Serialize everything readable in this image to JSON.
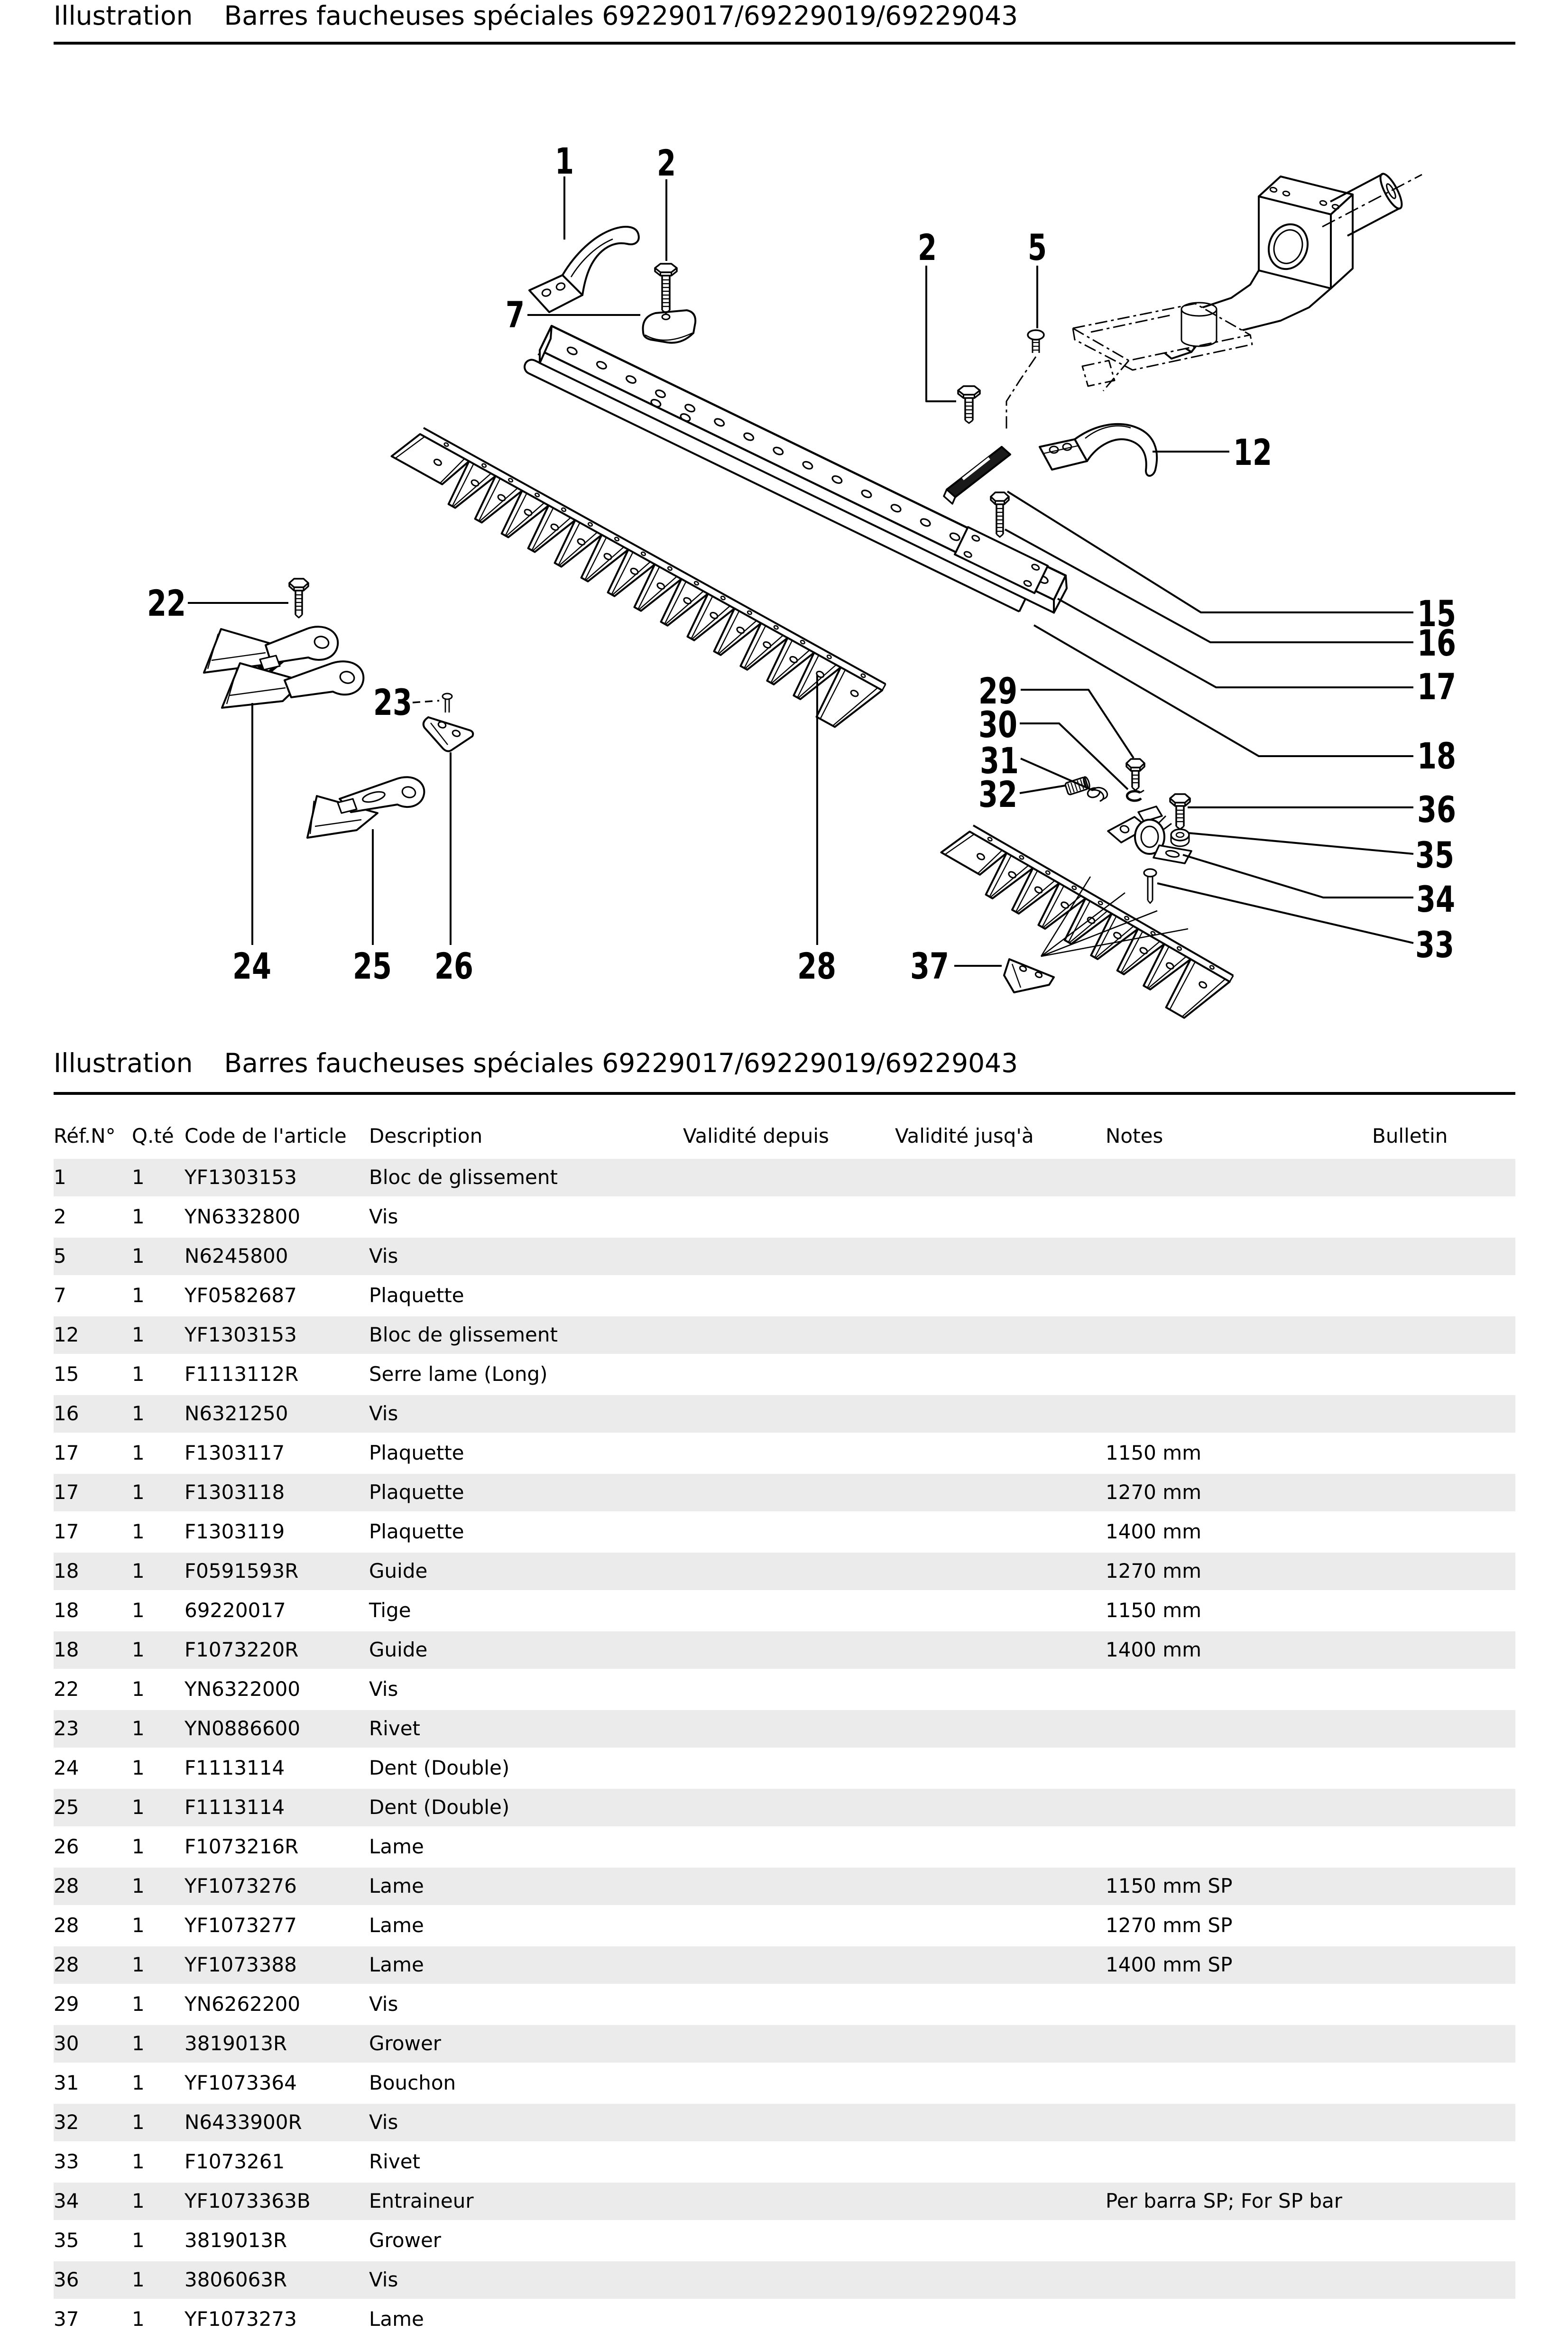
{
  "page": {
    "section1_title_label": "Illustration",
    "section1_title": "Barres faucheuses spéciales 69229017/69229019/69229043",
    "section2_title_label": "Illustration",
    "section2_title": "Barres faucheuses spéciales 69229017/69229019/69229043"
  },
  "diagram": {
    "callouts": [
      {
        "label": "1"
      },
      {
        "label": "2"
      },
      {
        "label": "7"
      },
      {
        "label": "2"
      },
      {
        "label": "5"
      },
      {
        "label": "12"
      },
      {
        "label": "15"
      },
      {
        "label": "16"
      },
      {
        "label": "17"
      },
      {
        "label": "18"
      },
      {
        "label": "22"
      },
      {
        "label": "23"
      },
      {
        "label": "24"
      },
      {
        "label": "25"
      },
      {
        "label": "26"
      },
      {
        "label": "28"
      },
      {
        "label": "29"
      },
      {
        "label": "30"
      },
      {
        "label": "31"
      },
      {
        "label": "32"
      },
      {
        "label": "33"
      },
      {
        "label": "34"
      },
      {
        "label": "35"
      },
      {
        "label": "36"
      },
      {
        "label": "37"
      }
    ]
  },
  "table": {
    "columns": [
      "Réf.N°",
      "Q.té",
      "Code de l'article",
      "Description",
      "Validité depuis",
      "Validité jusq'à",
      "Notes",
      "Bulletin"
    ],
    "rows": [
      {
        "ref": "1",
        "qty": "1",
        "code": "YF1303153",
        "desc": "Bloc de glissement",
        "valid_from": "",
        "valid_to": "",
        "notes": "",
        "bulletin": ""
      },
      {
        "ref": "2",
        "qty": "1",
        "code": "YN6332800",
        "desc": "Vis",
        "valid_from": "",
        "valid_to": "",
        "notes": "",
        "bulletin": ""
      },
      {
        "ref": "5",
        "qty": "1",
        "code": "N6245800",
        "desc": "Vis",
        "valid_from": "",
        "valid_to": "",
        "notes": "",
        "bulletin": ""
      },
      {
        "ref": "7",
        "qty": "1",
        "code": "YF0582687",
        "desc": "Plaquette",
        "valid_from": "",
        "valid_to": "",
        "notes": "",
        "bulletin": ""
      },
      {
        "ref": "12",
        "qty": "1",
        "code": "YF1303153",
        "desc": "Bloc de glissement",
        "valid_from": "",
        "valid_to": "",
        "notes": "",
        "bulletin": ""
      },
      {
        "ref": "15",
        "qty": "1",
        "code": "F1113112R",
        "desc": "Serre lame (Long)",
        "valid_from": "",
        "valid_to": "",
        "notes": "",
        "bulletin": ""
      },
      {
        "ref": "16",
        "qty": "1",
        "code": "N6321250",
        "desc": "Vis",
        "valid_from": "",
        "valid_to": "",
        "notes": "",
        "bulletin": ""
      },
      {
        "ref": "17",
        "qty": "1",
        "code": "F1303117",
        "desc": "Plaquette",
        "valid_from": "",
        "valid_to": "",
        "notes": "1150 mm",
        "bulletin": ""
      },
      {
        "ref": "17",
        "qty": "1",
        "code": "F1303118",
        "desc": "Plaquette",
        "valid_from": "",
        "valid_to": "",
        "notes": "1270 mm",
        "bulletin": ""
      },
      {
        "ref": "17",
        "qty": "1",
        "code": "F1303119",
        "desc": "Plaquette",
        "valid_from": "",
        "valid_to": "",
        "notes": "1400 mm",
        "bulletin": ""
      },
      {
        "ref": "18",
        "qty": "1",
        "code": "F0591593R",
        "desc": "Guide",
        "valid_from": "",
        "valid_to": "",
        "notes": "1270 mm",
        "bulletin": ""
      },
      {
        "ref": "18",
        "qty": "1",
        "code": "69220017",
        "desc": "Tige",
        "valid_from": "",
        "valid_to": "",
        "notes": "1150 mm",
        "bulletin": ""
      },
      {
        "ref": "18",
        "qty": "1",
        "code": "F1073220R",
        "desc": "Guide",
        "valid_from": "",
        "valid_to": "",
        "notes": "1400 mm",
        "bulletin": ""
      },
      {
        "ref": "22",
        "qty": "1",
        "code": "YN6322000",
        "desc": "Vis",
        "valid_from": "",
        "valid_to": "",
        "notes": "",
        "bulletin": ""
      },
      {
        "ref": "23",
        "qty": "1",
        "code": "YN0886600",
        "desc": "Rivet",
        "valid_from": "",
        "valid_to": "",
        "notes": "",
        "bulletin": ""
      },
      {
        "ref": "24",
        "qty": "1",
        "code": "F1113114",
        "desc": "Dent (Double)",
        "valid_from": "",
        "valid_to": "",
        "notes": "",
        "bulletin": ""
      },
      {
        "ref": "25",
        "qty": "1",
        "code": "F1113114",
        "desc": "Dent (Double)",
        "valid_from": "",
        "valid_to": "",
        "notes": "",
        "bulletin": ""
      },
      {
        "ref": "26",
        "qty": "1",
        "code": "F1073216R",
        "desc": "Lame",
        "valid_from": "",
        "valid_to": "",
        "notes": "",
        "bulletin": ""
      },
      {
        "ref": "28",
        "qty": "1",
        "code": "YF1073276",
        "desc": "Lame",
        "valid_from": "",
        "valid_to": "",
        "notes": "1150 mm SP",
        "bulletin": ""
      },
      {
        "ref": "28",
        "qty": "1",
        "code": "YF1073277",
        "desc": "Lame",
        "valid_from": "",
        "valid_to": "",
        "notes": "1270 mm SP",
        "bulletin": ""
      },
      {
        "ref": "28",
        "qty": "1",
        "code": "YF1073388",
        "desc": "Lame",
        "valid_from": "",
        "valid_to": "",
        "notes": "1400 mm SP",
        "bulletin": ""
      },
      {
        "ref": "29",
        "qty": "1",
        "code": "YN6262200",
        "desc": "Vis",
        "valid_from": "",
        "valid_to": "",
        "notes": "",
        "bulletin": ""
      },
      {
        "ref": "30",
        "qty": "1",
        "code": "3819013R",
        "desc": "Grower",
        "valid_from": "",
        "valid_to": "",
        "notes": "",
        "bulletin": ""
      },
      {
        "ref": "31",
        "qty": "1",
        "code": "YF1073364",
        "desc": "Bouchon",
        "valid_from": "",
        "valid_to": "",
        "notes": "",
        "bulletin": ""
      },
      {
        "ref": "32",
        "qty": "1",
        "code": "N6433900R",
        "desc": "Vis",
        "valid_from": "",
        "valid_to": "",
        "notes": "",
        "bulletin": ""
      },
      {
        "ref": "33",
        "qty": "1",
        "code": "F1073261",
        "desc": "Rivet",
        "valid_from": "",
        "valid_to": "",
        "notes": "",
        "bulletin": ""
      },
      {
        "ref": "34",
        "qty": "1",
        "code": "YF1073363B",
        "desc": "Entraineur",
        "valid_from": "",
        "valid_to": "",
        "notes": "Per barra SP; For SP bar",
        "bulletin": ""
      },
      {
        "ref": "35",
        "qty": "1",
        "code": "3819013R",
        "desc": "Grower",
        "valid_from": "",
        "valid_to": "",
        "notes": "",
        "bulletin": ""
      },
      {
        "ref": "36",
        "qty": "1",
        "code": "3806063R",
        "desc": "Vis",
        "valid_from": "",
        "valid_to": "",
        "notes": "",
        "bulletin": ""
      },
      {
        "ref": "37",
        "qty": "1",
        "code": "YF1073273",
        "desc": "Lame",
        "valid_from": "",
        "valid_to": "",
        "notes": "",
        "bulletin": ""
      }
    ]
  }
}
